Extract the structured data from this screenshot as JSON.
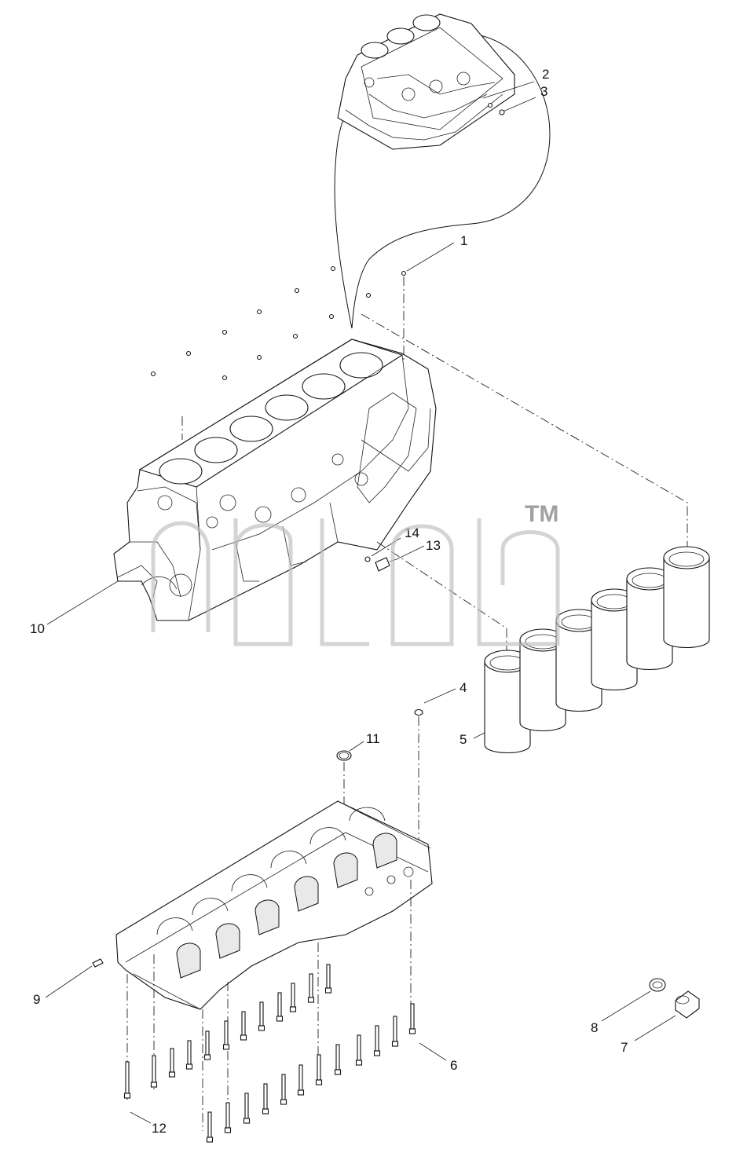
{
  "callouts": [
    {
      "id": "c1",
      "label": "1"
    },
    {
      "id": "c2",
      "label": "2"
    },
    {
      "id": "c3",
      "label": "3"
    },
    {
      "id": "c4",
      "label": "4"
    },
    {
      "id": "c5",
      "label": "5"
    },
    {
      "id": "c6",
      "label": "6"
    },
    {
      "id": "c7",
      "label": "7"
    },
    {
      "id": "c8",
      "label": "8"
    },
    {
      "id": "c9",
      "label": "9"
    },
    {
      "id": "c10",
      "label": "10"
    },
    {
      "id": "c11",
      "label": "11"
    },
    {
      "id": "c12",
      "label": "12"
    },
    {
      "id": "c13",
      "label": "13"
    },
    {
      "id": "c14",
      "label": "14"
    }
  ],
  "watermark": {
    "trademark": "TM"
  },
  "colors": {
    "line": "#111111",
    "watermark": "#bdbdbd",
    "background": "#ffffff"
  }
}
